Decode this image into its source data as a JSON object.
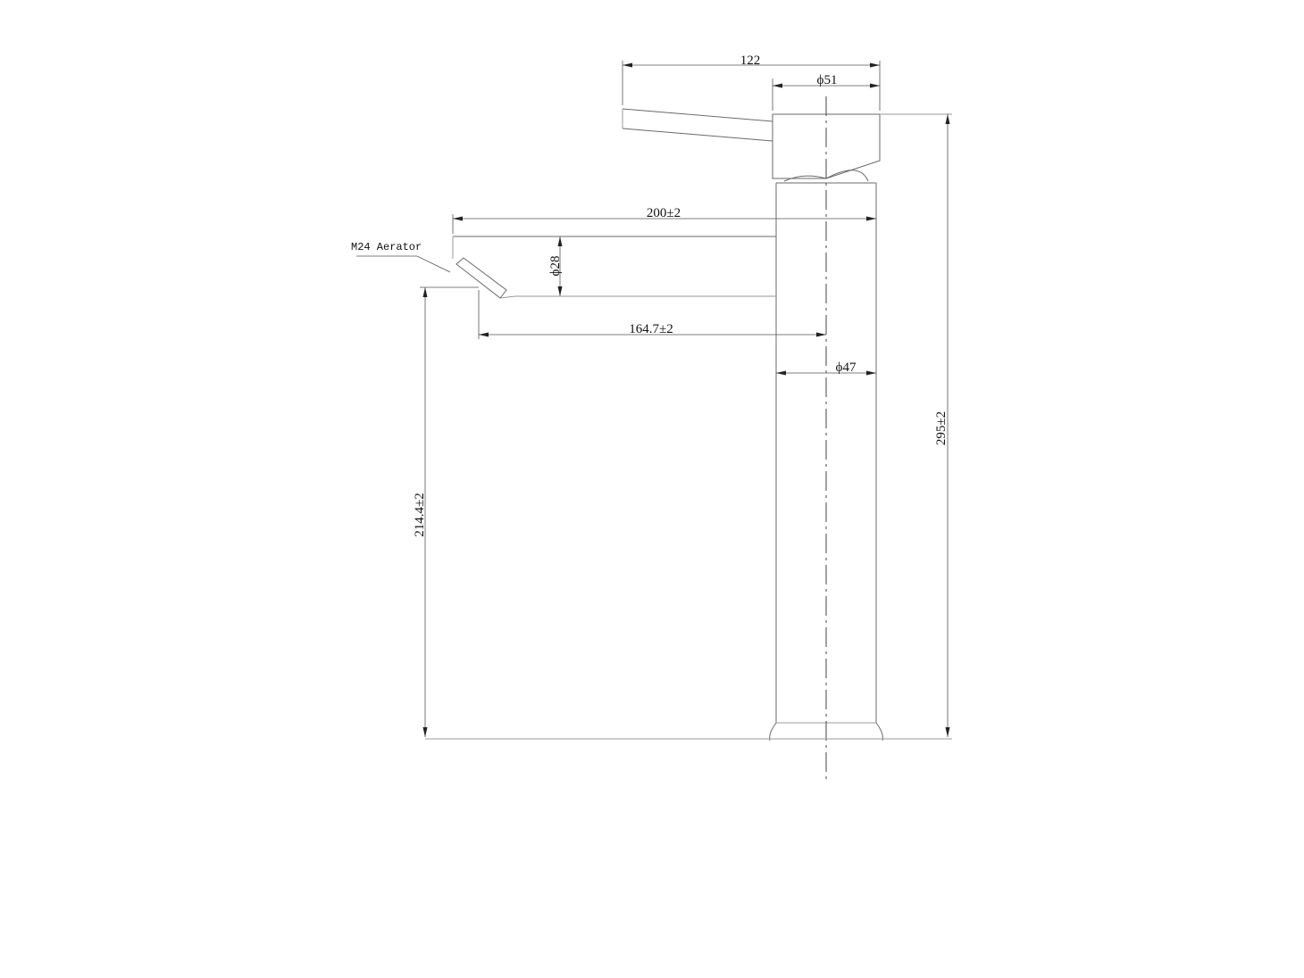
{
  "drawing": {
    "dimensions": {
      "handle_length": "122",
      "body_top_diameter": "ϕ51",
      "spout_length": "200±2",
      "spout_diameter": "ϕ28",
      "spout_reach": "164.7±2",
      "body_diameter": "ϕ47",
      "total_height": "295±2",
      "spout_height": "214.4±2"
    },
    "labels": {
      "aerator": "M24 Aerator"
    }
  }
}
